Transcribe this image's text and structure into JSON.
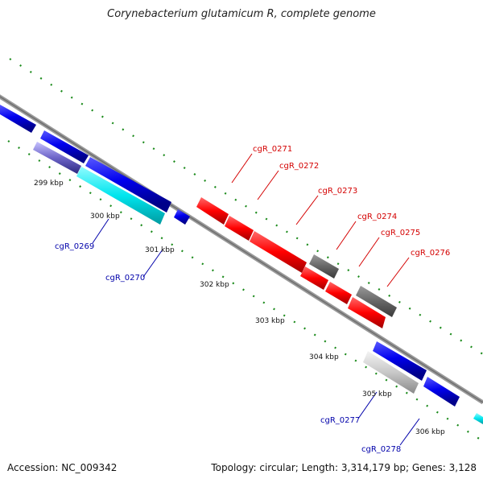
{
  "title": "Corynebacterium glutamicum R, complete genome",
  "footer": {
    "accession": "Accession: NC_009342",
    "summary": "Topology: circular; Length: 3,314,179 bp; Genes: 3,128"
  },
  "scale_labels": [
    "299 kbp",
    "300 kbp",
    "301 kbp",
    "302 kbp",
    "303 kbp",
    "304 kbp",
    "305 kbp",
    "306 kbp"
  ],
  "forward_gene_labels": [
    "cgR_0271",
    "cgR_0272",
    "cgR_0273",
    "cgR_0274",
    "cgR_0275",
    "cgR_0276"
  ],
  "reverse_gene_labels": [
    "cgR_0269",
    "cgR_0270",
    "cgR_0277",
    "cgR_0278"
  ],
  "colors": {
    "forward_gene": "#ff0000",
    "reverse_gene": "#0000ee",
    "highlight_gene": "#00e5ee",
    "other_gene": "#666666",
    "backbone": "#808080",
    "tick": "#1a8a1a",
    "forward_label": "#d40000",
    "reverse_label": "#0000aa"
  }
}
